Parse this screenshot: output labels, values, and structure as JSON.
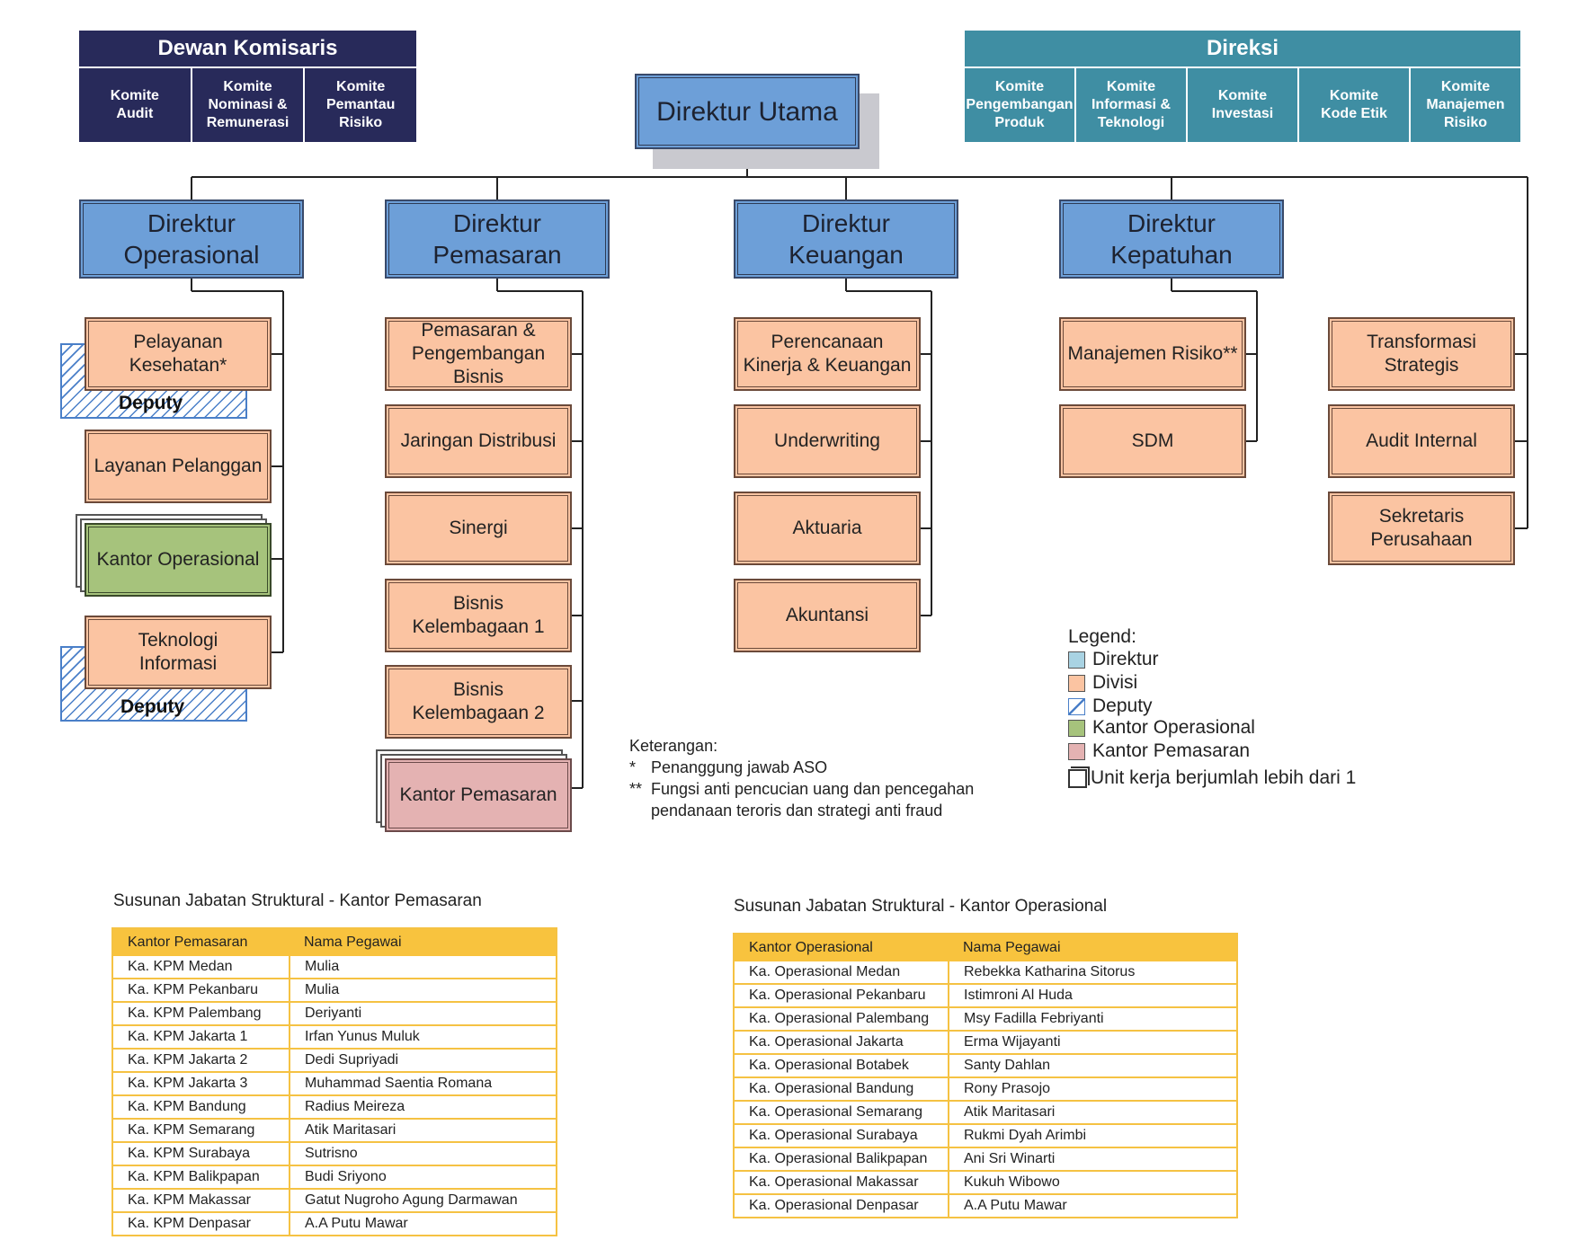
{
  "komisaris": {
    "title": "Dewan Komisaris",
    "komite": [
      "Komite\nAudit",
      "Komite\nNominasi &\nRemunerasi",
      "Komite\nPemantau\nRisiko"
    ]
  },
  "direksi": {
    "title": "Direksi",
    "komite": [
      "Komite\nPengembangan\nProduk",
      "Komite\nInformasi &\nTeknologi",
      "Komite\nInvestasi",
      "Komite\nKode Etik",
      "Komite\nManajemen\nRisiko"
    ]
  },
  "direktur_utama": "Direktur Utama",
  "direktur": {
    "operasional": "Direktur\nOperasional",
    "pemasaran": "Direktur\nPemasaran",
    "keuangan": "Direktur\nKeuangan",
    "kepatuhan": "Direktur\nKepatuhan"
  },
  "operasional_divisi": [
    "Pelayanan\nKesehatan*",
    "Layanan Pelanggan",
    "Kantor Operasional",
    "Teknologi\nInformasi"
  ],
  "deputy_label": "Deputy",
  "pemasaran_divisi": [
    "Pemasaran &\nPengembangan\nBisnis",
    "Jaringan Distribusi",
    "Sinergi",
    "Bisnis\nKelembagaan 1",
    "Bisnis\nKelembagaan 2",
    "Kantor Pemasaran"
  ],
  "keuangan_divisi": [
    "Perencanaan\nKinerja & Keuangan",
    "Underwriting",
    "Aktuaria",
    "Akuntansi"
  ],
  "kepatuhan_divisi": [
    "Manajemen Risiko**",
    "SDM"
  ],
  "utama_divisi": [
    "Transformasi\nStrategis",
    "Audit Internal",
    "Sekretaris\nPerusahaan"
  ],
  "legend": {
    "title": "Legend:",
    "items": [
      "Direktur",
      "Divisi",
      "Deputy",
      "Kantor Operasional",
      "Kantor Pemasaran",
      "Unit kerja berjumlah lebih dari 1"
    ],
    "colors": [
      "#a9d3e3",
      "#fbc4a2",
      "deputy-hatch",
      "#a6c37c",
      "#e4b2b2",
      "stack-outline"
    ]
  },
  "keterangan": {
    "title": "Keterangan:",
    "note1_mark": "*",
    "note1": "Penanggung jawab ASO",
    "note2_mark": "**",
    "note2a": "Fungsi anti pencucian uang dan pencegahan",
    "note2b": "pendanaan teroris dan strategi anti fraud"
  },
  "table_pemasaran": {
    "title": "Susunan Jabatan Struktural - Kantor Pemasaran",
    "headers": [
      "Kantor Pemasaran",
      "Nama Pegawai"
    ],
    "rows": [
      [
        "Ka. KPM Medan",
        "Mulia"
      ],
      [
        "Ka. KPM Pekanbaru",
        "Mulia"
      ],
      [
        "Ka. KPM Palembang",
        "Deriyanti"
      ],
      [
        "Ka. KPM Jakarta 1",
        "Irfan Yunus Muluk"
      ],
      [
        "Ka. KPM Jakarta 2",
        "Dedi Supriyadi"
      ],
      [
        "Ka. KPM Jakarta 3",
        "Muhammad Saentia Romana"
      ],
      [
        "Ka. KPM Bandung",
        "Radius Meireza"
      ],
      [
        "Ka. KPM Semarang",
        "Atik Maritasari"
      ],
      [
        "Ka. KPM Surabaya",
        "Sutrisno"
      ],
      [
        "Ka. KPM Balikpapan",
        "Budi Sriyono"
      ],
      [
        "Ka. KPM Makassar",
        "Gatut Nugroho Agung Darmawan"
      ],
      [
        "Ka. KPM Denpasar",
        "A.A Putu Mawar"
      ]
    ]
  },
  "table_operasional": {
    "title": "Susunan Jabatan Struktural - Kantor Operasional",
    "headers": [
      "Kantor Operasional",
      "Nama Pegawai"
    ],
    "rows": [
      [
        "Ka. Operasional Medan",
        "Rebekka Katharina Sitorus"
      ],
      [
        "Ka. Operasional Pekanbaru",
        "Istimroni Al Huda"
      ],
      [
        "Ka. Operasional Palembang",
        "Msy Fadilla Febriyanti"
      ],
      [
        "Ka. Operasional Jakarta",
        "Erma Wijayanti"
      ],
      [
        "Ka. Operasional Botabek",
        "Santy Dahlan"
      ],
      [
        "Ka. Operasional Bandung",
        "Rony Prasojo"
      ],
      [
        "Ka. Operasional Semarang",
        "Atik Maritasari"
      ],
      [
        "Ka. Operasional Surabaya",
        "Rukmi Dyah Arimbi"
      ],
      [
        "Ka. Operasional Balikpapan",
        "Ani Sri Winarti"
      ],
      [
        "Ka. Operasional Makassar",
        "Kukuh Wibowo"
      ],
      [
        "Ka. Operasional Denpasar",
        "A.A Putu Mawar"
      ]
    ]
  }
}
